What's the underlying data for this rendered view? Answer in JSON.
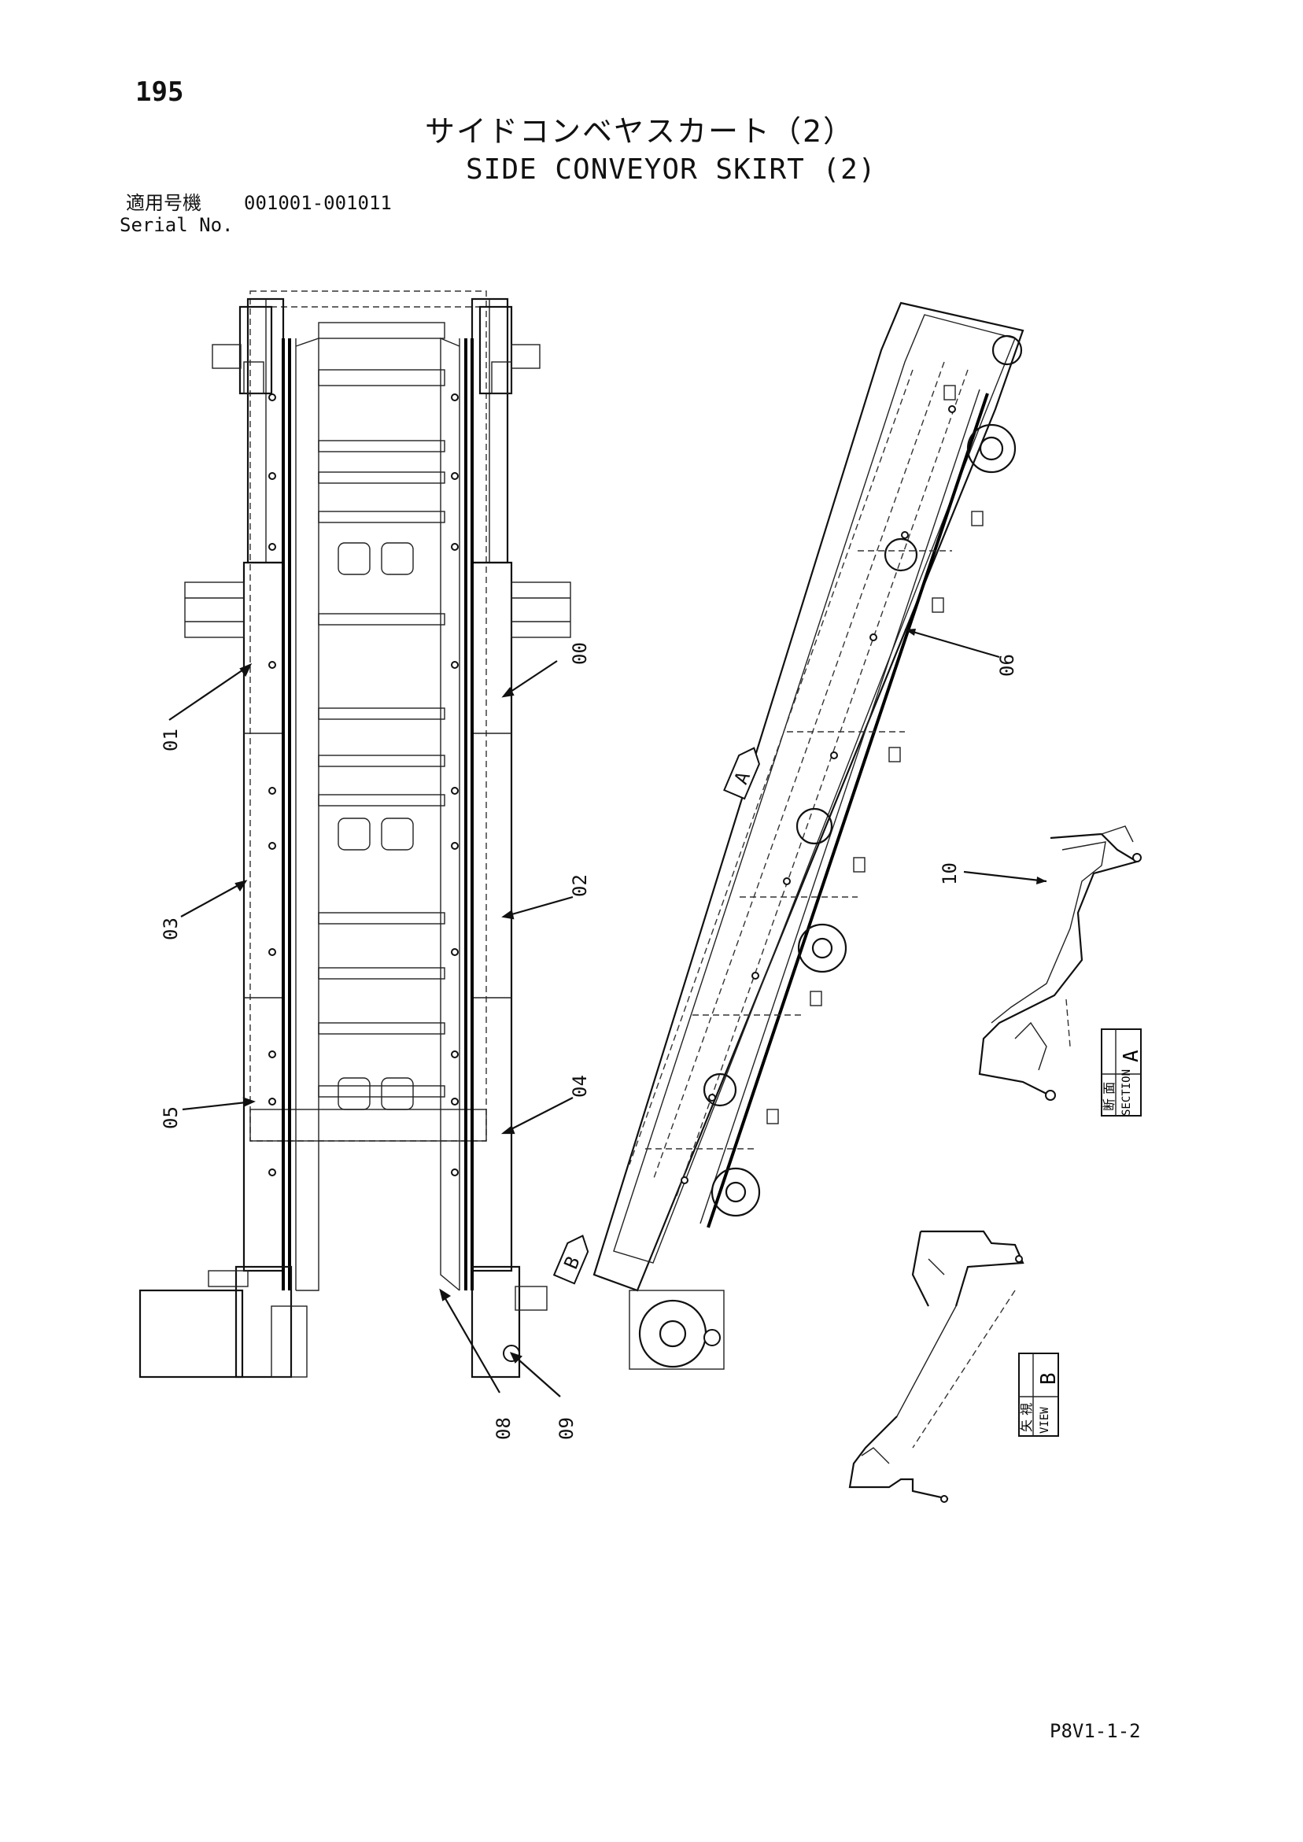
{
  "header": {
    "page_number": "195",
    "title_jp": "サイドコンベヤスカート（2）",
    "title_en": "SIDE CONVEYOR SKIRT (2)",
    "serial_label_jp": "適用号機",
    "serial_value": "001001-001011",
    "serial_label_en": "Serial No."
  },
  "footer": {
    "drawing_code": "P8V1-1-2"
  },
  "callouts": {
    "c00": "00",
    "c01": "01",
    "c02": "02",
    "c03": "03",
    "c04": "04",
    "c05": "05",
    "c06": "06",
    "c08": "08",
    "c09": "09",
    "c10": "10"
  },
  "view_markers": {
    "a": "A",
    "b": "B"
  },
  "views": {
    "section_a_jp": "断 面",
    "section_a_en": "SECTION",
    "section_a_letter": "A",
    "view_b_jp": "矢 視",
    "view_b_en": "VIEW",
    "view_b_letter": "B"
  }
}
